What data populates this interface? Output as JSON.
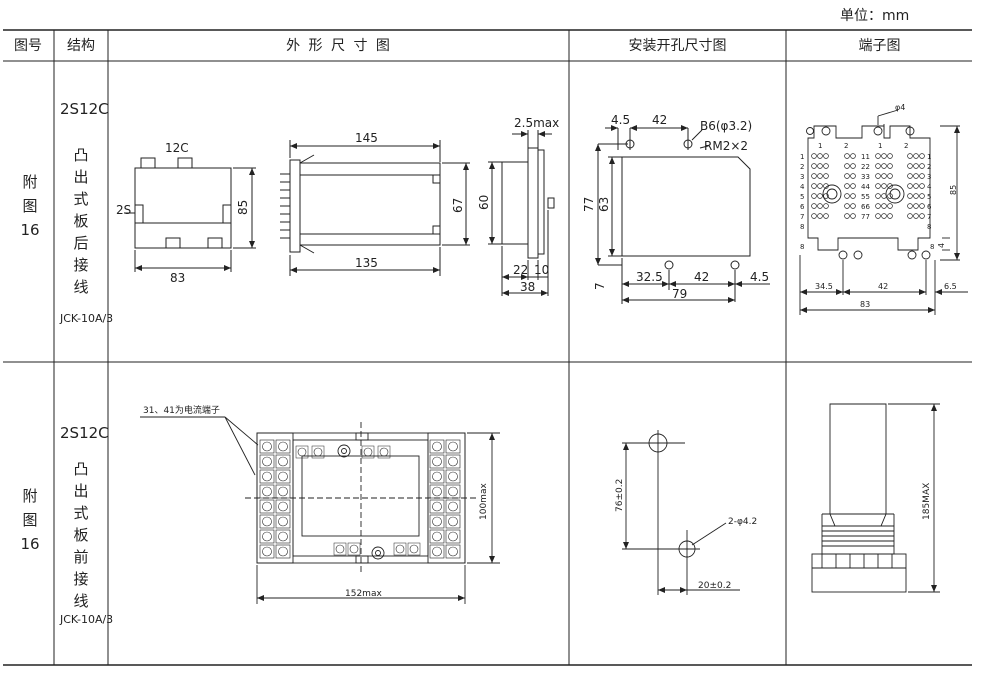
{
  "unit_label": "单位：mm",
  "headers": {
    "fig_no": "图号",
    "structure": "结构",
    "outline": "外 形 尺 寸 图",
    "mounting": "安装开孔尺寸图",
    "terminal": "端子图"
  },
  "rows": [
    {
      "fig_no": [
        "附",
        "图",
        "16"
      ],
      "model": "2S12C",
      "structure": [
        "凸",
        "出",
        "式",
        "板",
        "后",
        "接",
        "线"
      ],
      "part": "JCK-10A/3"
    },
    {
      "fig_no": [
        "附",
        "图",
        "16"
      ],
      "model": "2S12C",
      "structure": [
        "凸",
        "出",
        "式",
        "板",
        "前",
        "接",
        "线"
      ],
      "part": "JCK-10A/3"
    }
  ],
  "row1": {
    "front": {
      "label_top": "12C",
      "label_left": "2S",
      "width": "83",
      "height": "85"
    },
    "side": {
      "top": "145",
      "bottom": "135",
      "height": "67"
    },
    "rear": {
      "thickness": "2.5max",
      "height": "60",
      "d1": "22",
      "d2": "10",
      "total": "38"
    },
    "mount": {
      "a": "4.5",
      "b": "42",
      "hole": "B6(φ3.2)",
      "rm": "RM2×2",
      "h1": "77",
      "h2": "63",
      "bottom_left": "7",
      "c": "32.5",
      "d": "42",
      "e": "4.5",
      "w": "79"
    },
    "terminal": {
      "phi": "φ4",
      "height": "85",
      "w1": "34.5",
      "w2": "42",
      "w3": "6.5",
      "w": "83",
      "r4": "4",
      "left_nums": [
        "1",
        "2",
        "3",
        "4",
        "5",
        "6",
        "7",
        "8"
      ],
      "mid_nums": [
        "11",
        "22",
        "33",
        "44",
        "55",
        "66",
        "77"
      ],
      "right_nums": [
        "1",
        "2",
        "3",
        "4",
        "5",
        "6",
        "7",
        "8"
      ],
      "top_nums": [
        "1",
        "2",
        "1",
        "2"
      ],
      "bottom_nums": [
        "8",
        "8"
      ]
    }
  },
  "row2": {
    "front": {
      "note": "31、41为电流端子",
      "height": "100max",
      "width": "152max"
    },
    "mount": {
      "spacing": "76±0.2",
      "hole": "2-φ4.2",
      "offset": "20±0.2"
    },
    "terminal": {
      "height": "185MAX"
    }
  }
}
